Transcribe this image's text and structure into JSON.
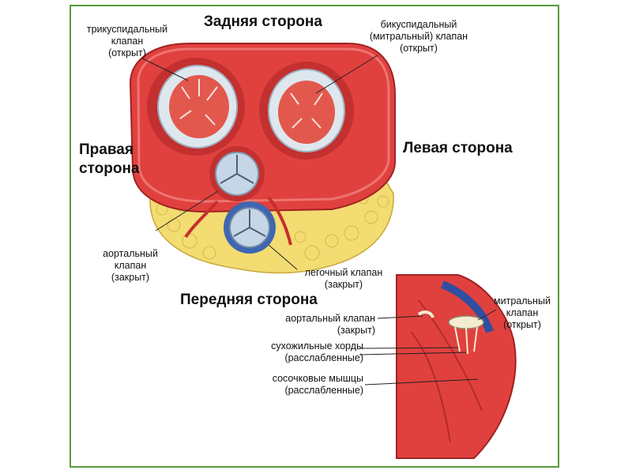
{
  "colors": {
    "frame": "#5a9a3c",
    "muscle": "#e0413f",
    "muscle_dark": "#b52a2a",
    "fat": "#f3dc72",
    "valve_ring": "#dfe7ee",
    "aorta_ring": "#c6d6e6",
    "pulmonary_ring": "#3f66b0"
  },
  "labels": {
    "posterior": "Задняя сторона",
    "right_side": "Правая\nсторона",
    "left_side": "Левая сторона",
    "anterior": "Передняя сторона",
    "tricuspid": "трикуспидальный\nклапан\n(открыт)",
    "bicuspid": "бикуспидальный\n(митральный) клапан\n(открыт)",
    "aortic": "аортальный\nклапан\n(закрыт)",
    "pulmonary": "легочный клапан\n(закрыт)",
    "inset_aortic": "аортальный клапан\n(закрыт)",
    "inset_chordae": "сухожильные хорды\n(расслабленные)",
    "inset_papillary": "сосочковые мышцы\n(расслабленные)",
    "inset_mitral": "митральный\nклапан\n(открыт)"
  }
}
